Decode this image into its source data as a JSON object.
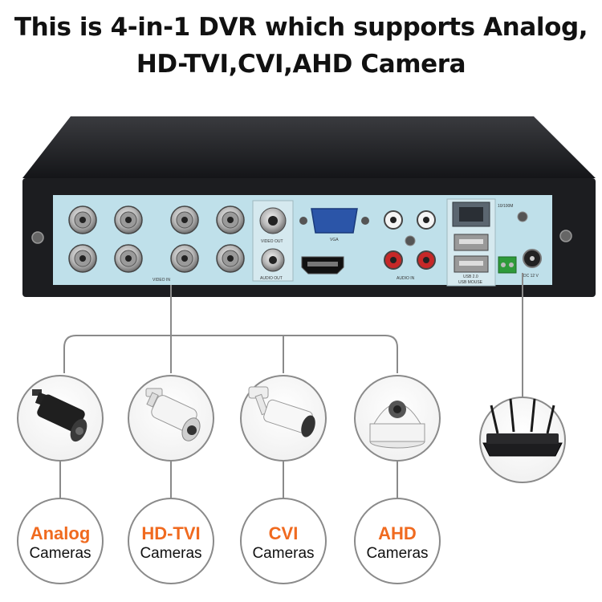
{
  "headline": {
    "line1": "This is 4-in-1 DVR which supports Analog,",
    "line2": "HD-TVI,CVI,AHD Camera"
  },
  "colors": {
    "accent": "#f06a1f",
    "panel": "#bfe0ea",
    "body": "#1c1d20",
    "line": "#8a8a8a"
  },
  "dvr_panel": {
    "video_in_label": "VIDEO IN",
    "video_out_label": "VIDEO OUT",
    "audio_out_label": "AUDIO OUT",
    "vga_label": "VGA",
    "audio_in_label": "AUDIO IN",
    "usb_label": "USB 2.0",
    "usb_mouse_label": "USB MOUSE",
    "network_label": "10/100M",
    "power_label": "DC 12 V"
  },
  "cameras": [
    {
      "kind": "Analog",
      "suffix": "Cameras",
      "icon": "bullet-camera-black-icon"
    },
    {
      "kind": "HD-TVI",
      "suffix": "Cameras",
      "icon": "bullet-camera-white-icon"
    },
    {
      "kind": "CVI",
      "suffix": "Cameras",
      "icon": "bullet-camera-mount-icon"
    },
    {
      "kind": "AHD",
      "suffix": "Cameras",
      "icon": "dome-camera-icon"
    }
  ],
  "router": {
    "icon": "wifi-router-icon"
  }
}
